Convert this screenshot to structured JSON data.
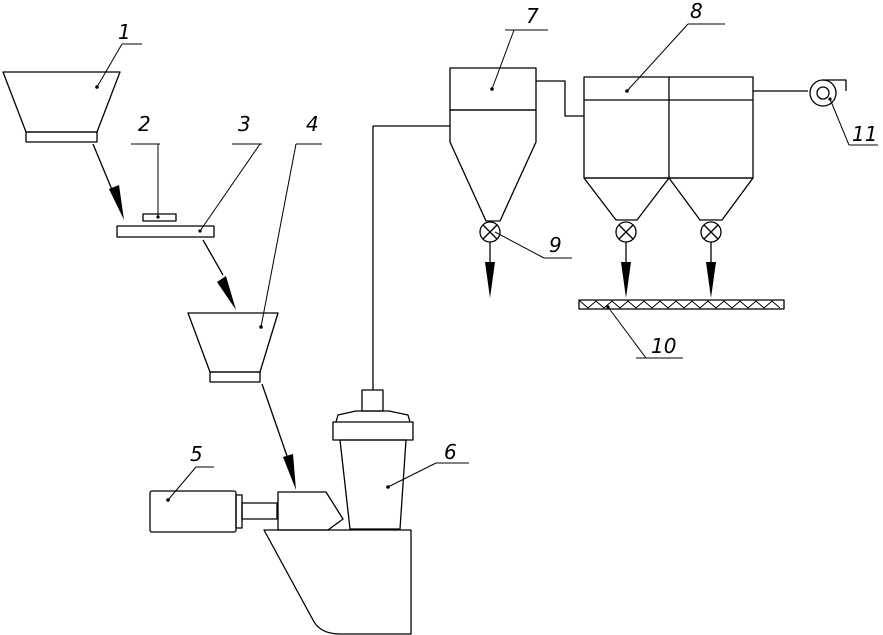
{
  "diagram": {
    "labels": [
      {
        "id": "1",
        "text": "1"
      },
      {
        "id": "2",
        "text": "2"
      },
      {
        "id": "3",
        "text": "3"
      },
      {
        "id": "4",
        "text": "4"
      },
      {
        "id": "5",
        "text": "5"
      },
      {
        "id": "6",
        "text": "6"
      },
      {
        "id": "7",
        "text": "7"
      },
      {
        "id": "8",
        "text": "8"
      },
      {
        "id": "9",
        "text": "9"
      },
      {
        "id": "10",
        "text": "10"
      },
      {
        "id": "11",
        "text": "11"
      }
    ]
  }
}
